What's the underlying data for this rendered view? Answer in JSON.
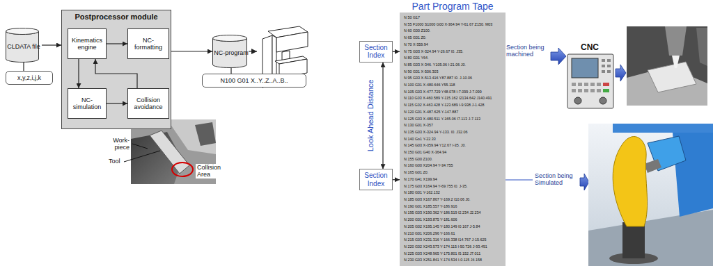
{
  "diagram": {
    "nodes": [
      {
        "text": [
          "CLDATA file"
        ]
      },
      {
        "text": [
          "x,y,z,i,j,k"
        ]
      },
      {
        "text": [
          "Postprocessor module"
        ]
      },
      {
        "text": [
          "Kinematics engine"
        ],
        "in": 2
      },
      {
        "text": [
          "NC-formatting"
        ],
        "in": 2
      },
      {
        "text": [
          "NC-simulation"
        ],
        "in": 2
      },
      {
        "text": [
          "Collision avoidance"
        ],
        "in": 2
      },
      {
        "text": [
          "NC-program"
        ]
      },
      {
        "text": [
          "N100 G01 X..Y..Z..A..B.."
        ]
      },
      {
        "text": [
          "Part Program Tape",
          "N 50 G17",
          "N 55 F1000 S1000 G00 X-364.94 Y-61.67 Z150. M03",
          "N 60 G00 Z100.",
          "N 65 G01 Z0.",
          "N 70 X-359.94",
          "N 75 G03 X-324.94 Y-26.67 I0. J35.",
          "N 80 G01 Y64.",
          "N 85 G03 X-346. Y105.06 I-21.06 J0.",
          "N 90 G01 X-506.303",
          "N 95 G03 X-513.416 Y87.887 I0. J-10.06",
          "N 100 G01 X-480.646 Y55.118",
          "N 105 G03 X-477.729 Y48.078 I-7.099 J-7.099",
          "N 110 G03 X-460.589 Y-115.162 I2134.642 J140.491",
          "N 115 G02 X-463.428 Y-123.689 I-9.938 J-1.428",
          "N 120 G01 X-487.625 Y-147.887",
          "N 125 G03 X-480.511 Y-165.06 I7.113 J-7.113",
          "N 130 G01 X-357",
          "N 135 G03 X-324.94 Y-133. I0. J32.06",
          "N 140 Go1 Y-22.33",
          "N 145 G03 X-359.94 Y12.67 I-35. J0.",
          "N 150 G01 G40 X-364.94",
          "N 155 G00 Z100.",
          "N 160 G00 X204.94 Y-34.755",
          "N 165 G01 Z0.",
          "N 170 G41 X199.94",
          "N 175 G03 X164.94 Y-69.755 I0. J-35.",
          "N 180 G01 Y-162.132",
          "N 185 G03 X167.867 Y-169.2 I10.06 J0.",
          "N 190 G01 X185.557 Y-186.916",
          "N 195 G03 X190.362 Y-186.519 I2.234 J2.234",
          "N 200 G01 X193.875 Y-181.606",
          "N 205 G02 X195.145 Y-180.149 I0.167 J-5.84",
          "N 210 G01 X206.296 Y-166.61",
          "N 215 G03 X231.316 Y-166.338 I14.767 J-15.625",
          "N 220 G02 X243.573 Y-174.115 I-50.726 J-93.491",
          "N 225 G03 X248.965 Y-175.801 I5.152 J7.011",
          "N 230 G03 X251.841 Y-174.534 I-0.115 J4.158"
        ]
      },
      {
        "text": [
          "Section Index"
        ]
      },
      {
        "text": [
          "Section Index"
        ]
      }
    ],
    "edges": [
      {
        "from": 0,
        "to": 2,
        "arrow": "to"
      },
      {
        "from": 0,
        "to": 1,
        "arrow": "none"
      },
      {
        "from": 3,
        "to": 4,
        "arrow": "to"
      },
      {
        "from": 3,
        "to": 5,
        "arrow": "to"
      },
      {
        "from": 5,
        "to": 6,
        "arrow": "to"
      },
      {
        "from": 6,
        "to": 3,
        "arrow": "to"
      },
      {
        "from": 2,
        "to": 7,
        "arrow": "to"
      },
      {
        "from": 7,
        "to": 8,
        "arrow": "none"
      },
      {
        "from": 10,
        "to": 9,
        "arrow": "to"
      },
      {
        "from": 11,
        "to": 9,
        "arrow": "to"
      },
      {
        "from": 10,
        "to": 11,
        "arrow": "both"
      }
    ],
    "labels": [
      "Work-piece",
      "Tool",
      "Collision Area",
      "Look Ahead Distance",
      "Section being machined",
      "CNC",
      "Section being Simulated"
    ]
  }
}
